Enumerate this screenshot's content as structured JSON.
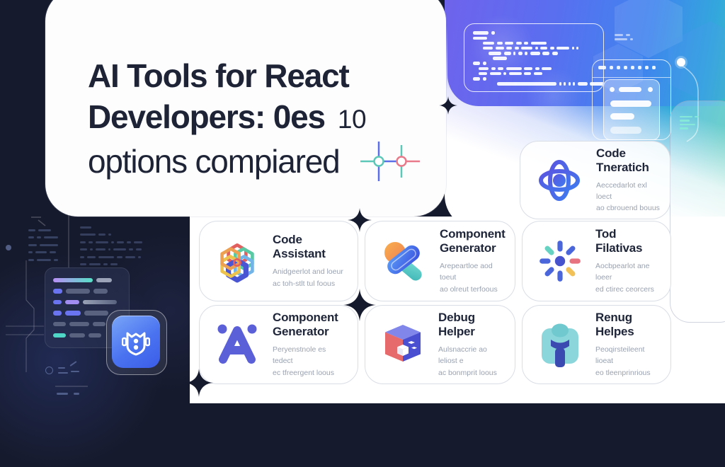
{
  "headline": {
    "line1": "AI Tools for React",
    "line2": "Developers: 0es",
    "badge": "10",
    "line3": "options compiared"
  },
  "cards": {
    "tneratich": {
      "icon": "atom-icon",
      "title_l1": "Code",
      "title_l2": "Tneratich",
      "sub_l1": "Aeccedarlot exl loect",
      "sub_l2": "ao cbrouend bouus"
    },
    "assistant": {
      "icon": "flower-hex-icon",
      "title_l1": "Code",
      "title_l2": "Assistant",
      "sub_l1": "Anidgeerlot and loeur",
      "sub_l2": "ac toh-stlt tul foous"
    },
    "compgen_top": {
      "icon": "capsules-icon",
      "title_l1": "Component",
      "title_l2": "Generator",
      "sub_l1": "Arepeartloe aod toeut",
      "sub_l2": "ao olreut terfoous"
    },
    "filativas": {
      "icon": "starburst-icon",
      "title_l1": "Tod Filativas",
      "title_l2": "",
      "sub_l1": "Aocbpearlot ane loeer",
      "sub_l2": "ed ctirec ceorcers"
    },
    "compgen_bottom": {
      "icon": "a-mark-icon",
      "title_l1": "Component",
      "title_l2": "Generator",
      "sub_l1": "Peryenstnole es tedect",
      "sub_l2": "ec tfreergent loous"
    },
    "debug": {
      "icon": "cube-icon",
      "title_l1": "Debug",
      "title_l2": "Helper",
      "sub_l1": "Aulsnaccrie ao leliost e",
      "sub_l2": "ac bonmprit loous"
    },
    "renug": {
      "icon": "person-icon",
      "title_l1": "Renug",
      "title_l2": "Helpes",
      "sub_l1": "Peoqirsteileent lioeat",
      "sub_l2": "eo tleenprinrious"
    }
  },
  "colors": {
    "dark_bg": "#161a2d",
    "accent_indigo": "#5b5fd8",
    "accent_blue": "#3f7bf0",
    "accent_teal": "#3ec8c4",
    "accent_pink": "#e86a78",
    "accent_yellow": "#f0c05a",
    "hero_purple": "#6f63ec",
    "hero_green": "#46cba2"
  },
  "decor": {
    "z_glyph": "z",
    "hero_code_rows": [
      {
        "i": 0,
        "w": [
          22,
          5
        ]
      },
      {
        "i": 0,
        "w": [
          20
        ]
      },
      {
        "i": 14,
        "w": [
          16,
          8,
          12,
          8,
          6,
          22
        ]
      },
      {
        "i": 14,
        "w": [
          14,
          12,
          8,
          6,
          16,
          4,
          10,
          6,
          18,
          3,
          3
        ]
      },
      {
        "i": 22,
        "w": [
          18,
          10,
          3,
          6,
          4,
          14,
          10,
          8
        ]
      },
      {
        "i": 28,
        "w": [
          20
        ]
      },
      {
        "i": 0,
        "w": [
          10,
          5
        ]
      },
      {
        "i": 8,
        "w": [
          14,
          6,
          8,
          22,
          12,
          6,
          14
        ]
      },
      {
        "i": 8,
        "w": [
          12,
          16,
          4,
          18,
          10,
          12
        ]
      },
      {
        "i": 0,
        "w": [
          10,
          5
        ]
      },
      {
        "i": 34,
        "w": [
          84,
          3,
          3,
          3,
          3,
          14,
          24
        ]
      }
    ],
    "left_code_rows": [
      [
        {
          "w": 56,
          "c": "grad"
        },
        {
          "w": 22,
          "c": "gray"
        }
      ],
      [
        {
          "w": 13,
          "c": "indigo"
        },
        {
          "w": 34,
          "c": "gray2"
        },
        {
          "w": 20,
          "c": "gray2"
        }
      ],
      [
        {
          "w": 12,
          "c": "indigo"
        },
        {
          "w": 20,
          "c": "indigo2"
        },
        {
          "w": 48,
          "c": "grayfade"
        }
      ],
      [
        {
          "w": 12,
          "c": "indigo"
        },
        {
          "w": 22,
          "c": "indigo"
        },
        {
          "w": 34,
          "c": "gray2"
        }
      ],
      [
        {
          "w": 18,
          "c": "gray2"
        },
        {
          "w": 28,
          "c": "gray2"
        },
        {
          "w": 18,
          "c": "gray2"
        }
      ],
      [
        {
          "w": 18,
          "c": "teal"
        },
        {
          "w": 22,
          "c": "gray2"
        },
        {
          "w": 18,
          "c": "gray2"
        }
      ]
    ],
    "palette": {
      "grad": "linear-gradient(90deg,#b98ef5,#55e0c6)",
      "indigo": "#6b74f0",
      "indigo2": "#a18cf2",
      "teal": "#4fd6c6",
      "gray": "#9aa3b8",
      "gray2": "#596380",
      "grayfade": "linear-gradient(90deg,#98a1b5,#596380)"
    },
    "bg_dash_left": [
      [
        10,
        18
      ],
      [
        8,
        6,
        20
      ],
      [
        12,
        26
      ],
      [
        6,
        16,
        9
      ],
      [
        8,
        20,
        6
      ]
    ],
    "bg_dash_mid": [
      [
        16
      ],
      [
        22,
        10,
        4
      ],
      [
        8,
        6,
        18,
        4,
        10,
        6,
        12
      ],
      [
        10,
        4,
        14,
        3,
        18,
        6,
        8
      ],
      [
        6,
        12,
        22,
        8,
        14,
        4
      ],
      [
        9,
        16,
        6,
        10
      ]
    ],
    "teal_snippet": [
      [
        18,
        6
      ],
      [
        14
      ],
      [
        22
      ],
      [
        12
      ]
    ],
    "mini_dashes": [
      [
        12,
        6
      ],
      [
        18,
        4
      ]
    ]
  }
}
